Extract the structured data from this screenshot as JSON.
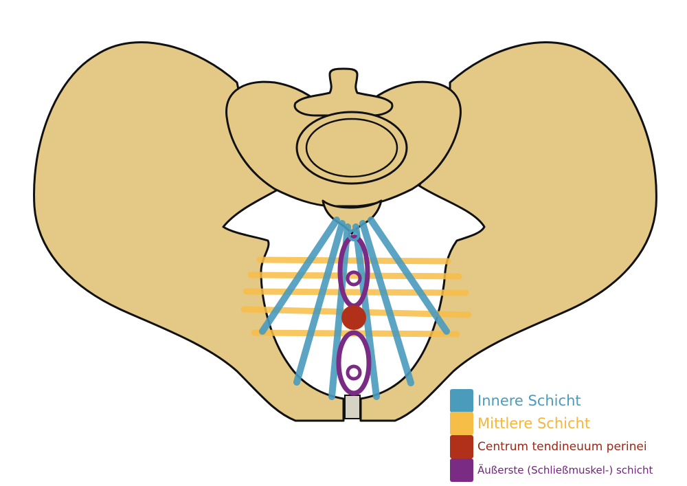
{
  "diagram": {
    "colors": {
      "bone": "#e3c985",
      "outline": "#111111",
      "inner_layer": "#4b9bbd",
      "middle_layer": "#f7be47",
      "centrum": "#b0301a",
      "outer_layer": "#7a2c85",
      "coccyx_gap": "#d6d3c4"
    }
  },
  "legend": {
    "items": [
      {
        "label": "Innere Schicht",
        "color": "#4b9bbd",
        "text_color": "#4b9bbd"
      },
      {
        "label": "Mittlere Schicht",
        "color": "#f7be47",
        "text_color": "#f4b73c"
      },
      {
        "label": "Centrum tendineuum perinei",
        "color": "#b0301a",
        "text_color": "#9b2716"
      },
      {
        "label": "Äußerste (Schließmuskel-) schicht",
        "color": "#7a2c85",
        "text_color": "#6e2679"
      }
    ]
  }
}
